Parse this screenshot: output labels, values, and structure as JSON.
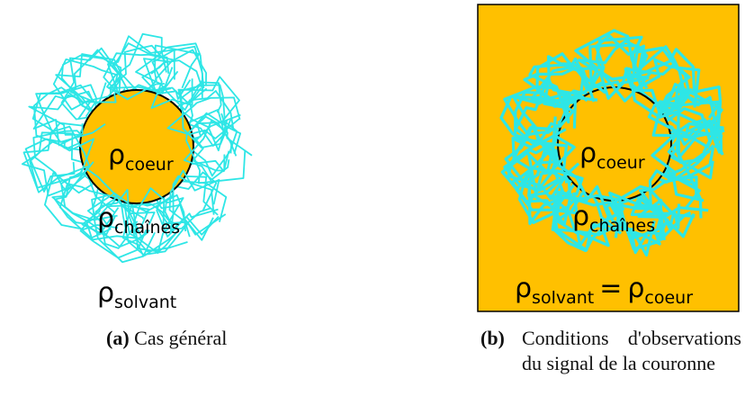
{
  "colors": {
    "core": "#FFC000",
    "chains": "#2EE6E6",
    "outline": "#000000",
    "solvent_b": "#FFC000"
  },
  "panel_a": {
    "core_label": {
      "symbol": "ρ",
      "sub": "coeur"
    },
    "chains_label": {
      "symbol": "ρ",
      "sub": "chaînes"
    },
    "solvent_label": {
      "symbol": "ρ",
      "sub": "solvant"
    },
    "caption_tag": "(a)",
    "caption_text": "Cas général"
  },
  "panel_b": {
    "core_label": {
      "symbol": "ρ",
      "sub": "coeur"
    },
    "chains_label": {
      "symbol": "ρ",
      "sub": "chaînes"
    },
    "solvent_label": {
      "symbol": "ρ",
      "sub": "solvant",
      "equals": "=",
      "symbol2": "ρ",
      "sub2": "coeur"
    },
    "caption_tag": "(b)",
    "caption_text": "Conditions d'observations du signal de la couronne"
  }
}
